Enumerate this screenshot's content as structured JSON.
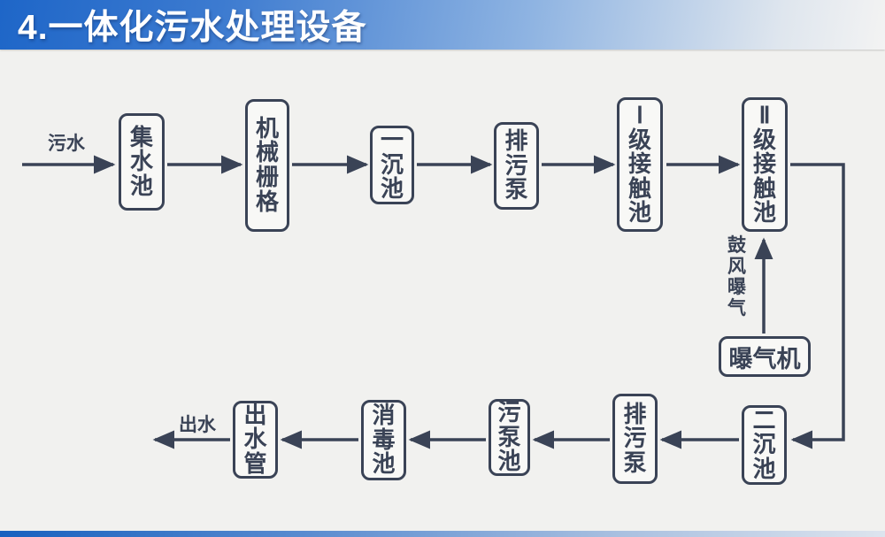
{
  "slide": {
    "title": "4.一体化污水处理设备",
    "colors": {
      "accent_blue": "#1e66c8",
      "line": "#3a4356",
      "background": "#f1f1ef"
    }
  },
  "flow": {
    "labels": {
      "inflow": "污水",
      "outflow": "出水",
      "aeration": "鼓风曝气"
    },
    "nodes": {
      "collection_tank": "集水池",
      "mechanical_screen": "机械栅格",
      "primary_sedimentation": "一沉池",
      "sewage_pump_top": "排污泵",
      "level1_contact": "Ⅰ级接触池",
      "level2_contact": "Ⅱ级接触池",
      "aerator": "曝气机",
      "secondary_sedimentation": "二沉池",
      "sewage_pump_bottom": "排污泵",
      "sewage_pump_tank": "污泵池",
      "disinfection_tank": "消毒池",
      "outlet_pipe": "出水管"
    }
  }
}
